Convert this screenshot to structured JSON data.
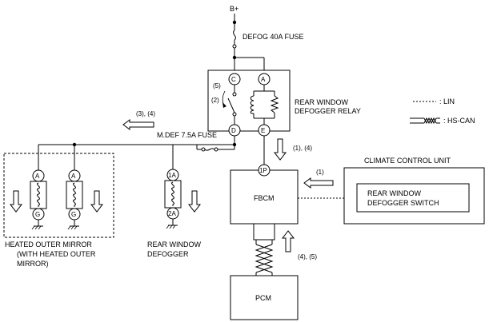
{
  "power": {
    "label": "B+"
  },
  "fuses": {
    "defog": "DEFOG 40A FUSE",
    "mdef": "M.DEF 7.5A FUSE"
  },
  "relay": {
    "label_line1": "REAR WINDOW",
    "label_line2": "DEFOGGER RELAY",
    "terminals": {
      "c": "C",
      "a": "A",
      "d": "D",
      "e": "E"
    },
    "step_5": "(5)",
    "step_2": "(2)"
  },
  "legend": {
    "lin": ": LIN",
    "hscan": ": HS-CAN"
  },
  "arrows": {
    "to_mirrors": "(3), (4)",
    "relay_to_fbcm": "(1), (4)",
    "ccu_to_fbcm": "(1)",
    "pcm_to_fbcm": "(4), (5)"
  },
  "fbcm": {
    "label": "FBCM",
    "terminal": "1P"
  },
  "pcm": {
    "label": "PCM"
  },
  "climate": {
    "title": "CLIMATE CONTROL UNIT",
    "switch_line1": "REAR WINDOW",
    "switch_line2": "DEFOGGER SWITCH"
  },
  "mirrors": {
    "label_line1": "HEATED OUTER MIRROR",
    "label_line2": "(WITH HEATED OUTER",
    "label_line3": "MIRROR)",
    "left": {
      "top": "A",
      "bottom": "G"
    },
    "right": {
      "top": "A",
      "bottom": "G"
    }
  },
  "rear_defogger": {
    "label_line1": "REAR WINDOW",
    "label_line2": "DEFOGGER",
    "top": "1A",
    "bottom": "2A"
  }
}
